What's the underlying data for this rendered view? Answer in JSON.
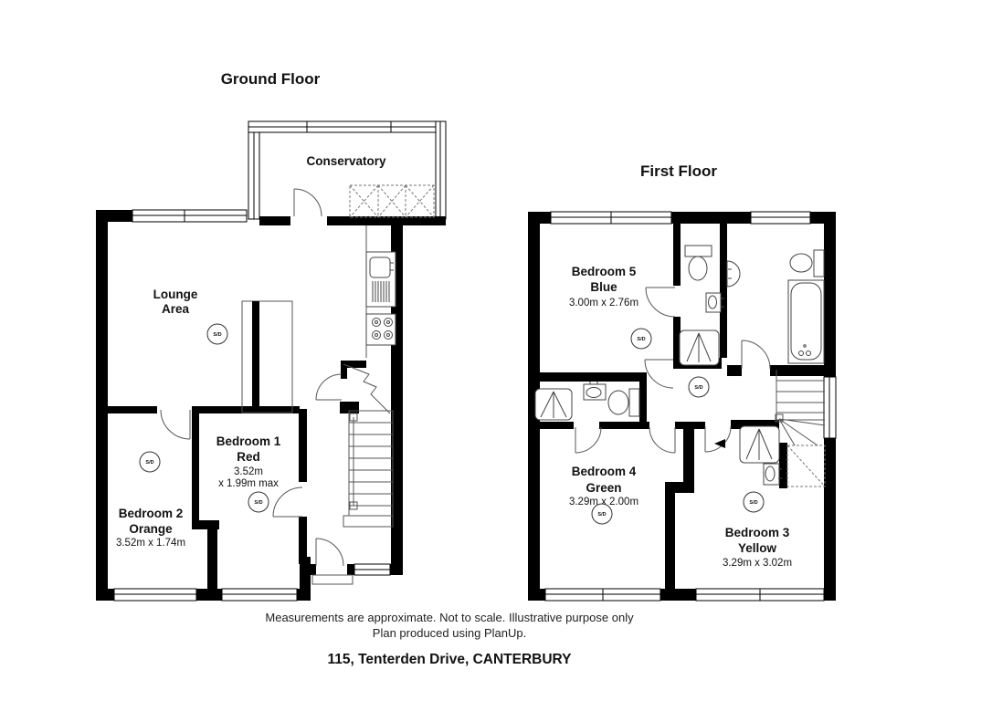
{
  "colors": {
    "wall": "#000000",
    "background": "#ffffff",
    "text": "#111111"
  },
  "annotations": {
    "smoke_detector": "S/D"
  },
  "ground_floor": {
    "title": "Ground Floor",
    "rooms": {
      "conservatory": {
        "name": "Conservatory"
      },
      "lounge": {
        "name_line1": "Lounge",
        "name_line2": "Area"
      },
      "bedroom1": {
        "name": "Bedroom 1",
        "color": "Red",
        "dim_line1": "3.52m",
        "dim_line2": "x 1.99m max"
      },
      "bedroom2": {
        "name": "Bedroom 2",
        "color": "Orange",
        "dims": "3.52m x 1.74m"
      }
    }
  },
  "first_floor": {
    "title": "First Floor",
    "rooms": {
      "bedroom5": {
        "name": "Bedroom 5",
        "color": "Blue",
        "dims": "3.00m x 2.76m"
      },
      "bedroom4": {
        "name": "Bedroom 4",
        "color": "Green",
        "dims": "3.29m x 2.00m"
      },
      "bedroom3": {
        "name": "Bedroom 3",
        "color": "Yellow",
        "dims": "3.29m x 3.02m"
      }
    }
  },
  "footer": {
    "disclaimer_line1": "Measurements are approximate. Not to scale. Illustrative purpose only",
    "disclaimer_line2": "Plan produced using PlanUp.",
    "address": "115, Tenterden Drive, CANTERBURY"
  }
}
